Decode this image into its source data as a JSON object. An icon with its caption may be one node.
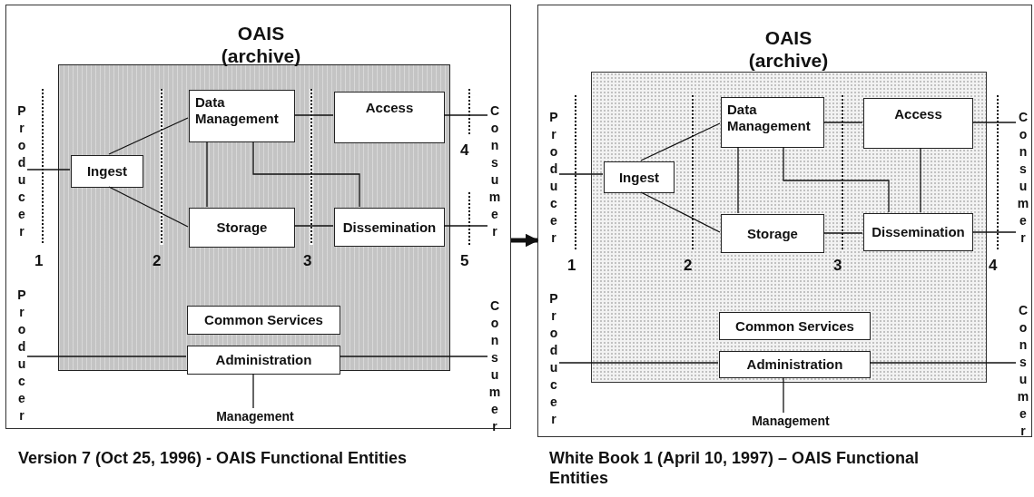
{
  "diagram": {
    "nodes": [
      {
        "text": [
          "OAIS (archive)"
        ]
      },
      {
        "text": [
          "Producer"
        ],
        "in": 0
      },
      {
        "text": [
          "Data Management"
        ],
        "in": 0
      },
      {
        "text": [
          "Access"
        ],
        "in": 0
      },
      {
        "text": [
          "Consumer"
        ],
        "in": 0
      },
      {
        "text": [
          "Ingest"
        ],
        "in": 0
      },
      {
        "text": [
          "Storage"
        ],
        "in": 0
      },
      {
        "text": [
          "Dissemination"
        ],
        "in": 0
      },
      {
        "text": [
          "Producer"
        ],
        "in": 0
      },
      {
        "text": [
          "Common Services"
        ],
        "in": 0
      },
      {
        "text": [
          "Consumer"
        ],
        "in": 0
      },
      {
        "text": [
          "Administration"
        ],
        "in": 0
      },
      {
        "text": [
          "Management"
        ],
        "in": 0
      },
      {
        "text": [
          "OAIS (archive)"
        ]
      },
      {
        "text": [
          "Producer"
        ],
        "in": 13
      },
      {
        "text": [
          "Data Management"
        ],
        "in": 13
      },
      {
        "text": [
          "Access"
        ],
        "in": 13
      },
      {
        "text": [
          "Consumer"
        ],
        "in": 13
      },
      {
        "text": [
          "Ingest"
        ],
        "in": 13
      },
      {
        "text": [
          "Storage"
        ],
        "in": 13
      },
      {
        "text": [
          "Dissemination"
        ],
        "in": 13
      },
      {
        "text": [
          "Producer"
        ],
        "in": 13
      },
      {
        "text": [
          "Common Services"
        ],
        "in": 13
      },
      {
        "text": [
          "Consumer"
        ],
        "in": 13
      },
      {
        "text": [
          "Administration"
        ],
        "in": 13
      },
      {
        "text": [
          "Management"
        ],
        "in": 13
      }
    ],
    "edges": [
      {
        "from": 1,
        "to": 5,
        "arrow": "none"
      },
      {
        "from": 5,
        "to": 2,
        "arrow": "none"
      },
      {
        "from": 5,
        "to": 6,
        "arrow": "none"
      },
      {
        "from": 2,
        "to": 3,
        "arrow": "none"
      },
      {
        "from": 2,
        "to": 6,
        "arrow": "none"
      },
      {
        "from": 2,
        "to": 7,
        "arrow": "none"
      },
      {
        "from": 6,
        "to": 7,
        "arrow": "none"
      },
      {
        "from": 3,
        "to": 4,
        "arrow": "none"
      },
      {
        "from": 7,
        "to": 4,
        "arrow": "none"
      },
      {
        "from": 8,
        "to": 11,
        "arrow": "none"
      },
      {
        "from": 11,
        "to": 10,
        "arrow": "none"
      },
      {
        "from": 11,
        "to": 12,
        "arrow": "none"
      },
      {
        "from": 14,
        "to": 18,
        "arrow": "none"
      },
      {
        "from": 18,
        "to": 15,
        "arrow": "none"
      },
      {
        "from": 18,
        "to": 19,
        "arrow": "none"
      },
      {
        "from": 15,
        "to": 16,
        "arrow": "none"
      },
      {
        "from": 15,
        "to": 19,
        "arrow": "none"
      },
      {
        "from": 15,
        "to": 20,
        "arrow": "none"
      },
      {
        "from": 16,
        "to": 20,
        "arrow": "none"
      },
      {
        "from": 19,
        "to": 20,
        "arrow": "none"
      },
      {
        "from": 16,
        "to": 17,
        "arrow": "none"
      },
      {
        "from": 20,
        "to": 17,
        "arrow": "none"
      },
      {
        "from": 21,
        "to": 24,
        "arrow": "none"
      },
      {
        "from": 24,
        "to": 23,
        "arrow": "none"
      },
      {
        "from": 24,
        "to": 25,
        "arrow": "none"
      },
      {
        "from": 0,
        "to": 13,
        "arrow": "to",
        "style": "thick"
      }
    ],
    "labels": [
      "1",
      "2",
      "3",
      "4",
      "5",
      "1",
      "2",
      "3",
      "4",
      "Version 7 (Oct 25, 1996) - OAIS Functional Entities",
      "White Book 1 (April 10, 1997) – OAIS Functional Entities"
    ]
  }
}
